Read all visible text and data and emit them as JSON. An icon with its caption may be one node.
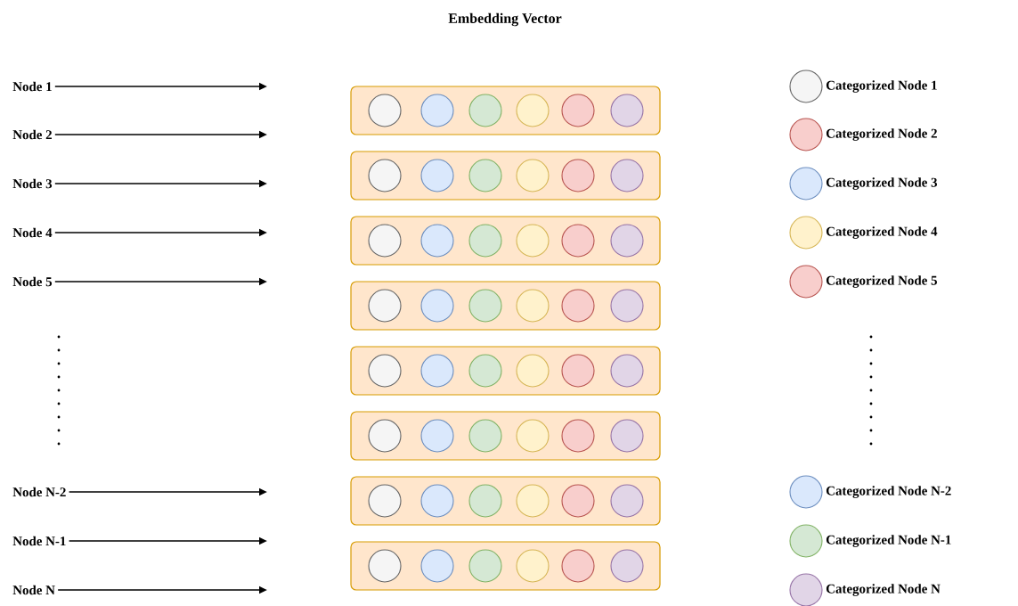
{
  "diagram": {
    "title": "Embedding Vector",
    "nodes": [
      {
        "text": [
          "Node 1"
        ]
      },
      {
        "text": [
          "Node 2"
        ]
      },
      {
        "text": [
          "Node 3"
        ]
      },
      {
        "text": [
          "Node 4"
        ]
      },
      {
        "text": [
          "Node 5"
        ]
      },
      {
        "text": [
          "Node N-2"
        ]
      },
      {
        "text": [
          "Node N-1"
        ]
      },
      {
        "text": [
          "Node N"
        ]
      }
    ],
    "edges": [
      {
        "from": 0,
        "to": null,
        "arrow": "to"
      },
      {
        "from": 1,
        "to": null,
        "arrow": "to"
      },
      {
        "from": 2,
        "to": null,
        "arrow": "to"
      },
      {
        "from": 3,
        "to": null,
        "arrow": "to"
      },
      {
        "from": 4,
        "to": null,
        "arrow": "to"
      },
      {
        "from": 5,
        "to": null,
        "arrow": "to"
      },
      {
        "from": 6,
        "to": null,
        "arrow": "to"
      },
      {
        "from": 7,
        "to": null,
        "arrow": "to"
      }
    ],
    "legend": [
      {
        "text": "Categorized Node 1",
        "color": "#f5f5f5"
      },
      {
        "text": "Categorized Node 2",
        "color": "#f8cecc"
      },
      {
        "text": "Categorized Node 3",
        "color": "#dae8fc"
      },
      {
        "text": "Categorized Node 4",
        "color": "#fff2cc"
      },
      {
        "text": "Categorized Node 5",
        "color": "#f8cecc"
      },
      {
        "text": "Categorized Node N-2",
        "color": "#dae8fc"
      },
      {
        "text": "Categorized Node N-1",
        "color": "#d5e8d4"
      },
      {
        "text": "Categorized Node N",
        "color": "#e1d5e7"
      }
    ]
  }
}
